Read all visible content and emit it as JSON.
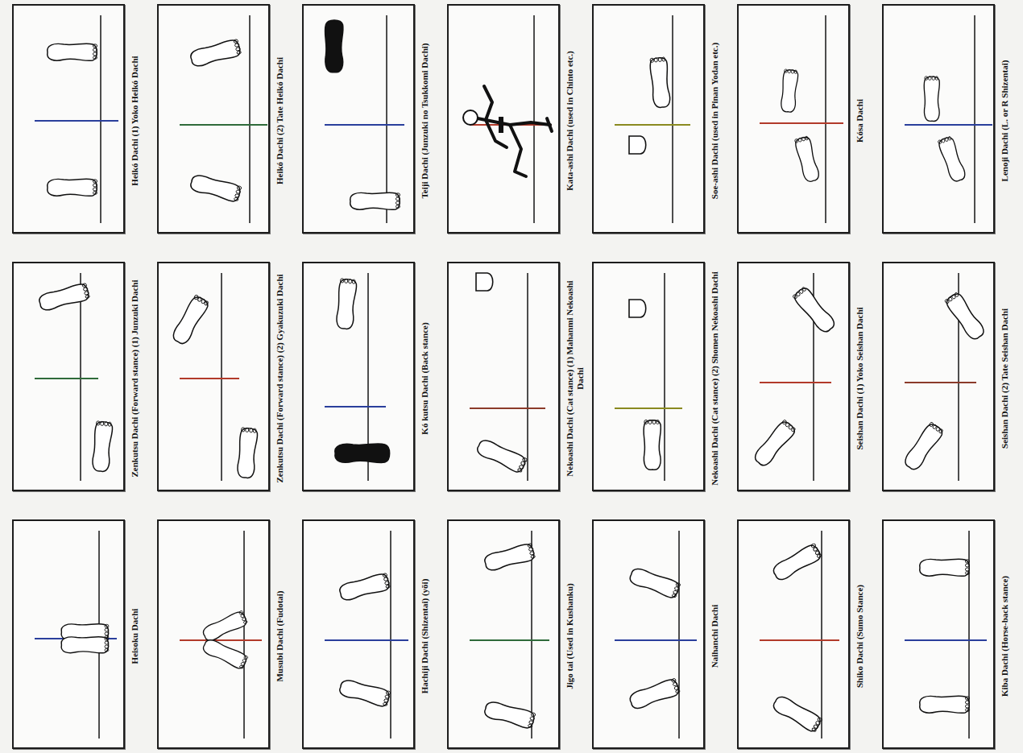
{
  "diagram": {
    "nodes": [
      {
        "text": [
          "Heikó Dachi (1) Yoko Heikó Dachi"
        ]
      },
      {
        "text": [
          "Heikó Dachi (2) Tate Heikó Dachi"
        ]
      },
      {
        "text": [
          "Teiji Dachi (Junzuki no Tsukkomi Dachi)"
        ]
      },
      {
        "text": [
          "Kata-ashi Dachi (used in Chinto etc.)"
        ]
      },
      {
        "text": [
          "Soe-ashi Dachi (used in Pinan Yodan etc.)"
        ]
      },
      {
        "text": [
          "Kósa Dachi"
        ]
      },
      {
        "text": [
          "Lenoji Dachi (L. or R Shizentai)"
        ]
      },
      {
        "text": [
          "Zenkutsu Dachi (Forward stance) (1) Junzuki Dachi"
        ]
      },
      {
        "text": [
          "Zenkutsu Dachi (Forward stance) (2) Gyakuzuki Dachi"
        ]
      },
      {
        "text": [
          "Kó kutsu Dachi (Back stance)"
        ]
      },
      {
        "text": [
          "Nekoashi Dachi (Cat stance) (1) Mahanmi Nekoashi Dachi"
        ]
      },
      {
        "text": [
          "Nekoashi Dachi (Cat stance) (2) Shomen Nekoashi Dachi"
        ]
      },
      {
        "text": [
          "Seishan Dachi (1) Yoko Seishan Dachi"
        ]
      },
      {
        "text": [
          "Seishan Dachi (2) Tate Seishan Dachi"
        ]
      },
      {
        "text": [
          "Heisoku Dachi"
        ]
      },
      {
        "text": [
          "Musubi Dachi (Fudotai)"
        ]
      },
      {
        "text": [
          "Hachiji Dachi (Shizentai) (yōi)"
        ]
      },
      {
        "text": [
          "Jigo tai (Used in Kushanku)"
        ]
      },
      {
        "text": [
          "Naihanchi Dachi"
        ]
      },
      {
        "text": [
          "Shiko Dachi (Sumo Stance)"
        ]
      },
      {
        "text": [
          "Kiba Dachi (Horse-back stance)"
        ]
      }
    ]
  }
}
